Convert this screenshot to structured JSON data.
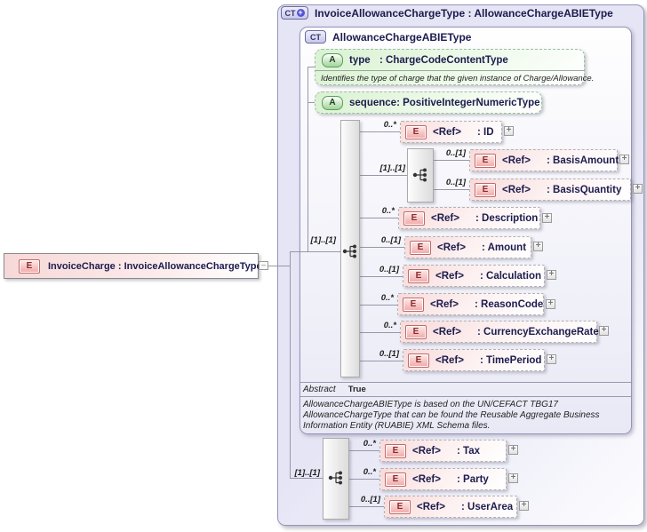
{
  "icons": {
    "e": "E",
    "a": "A",
    "ct": "CT",
    "ct_plus": "+",
    "expand": "+",
    "collapse": "–"
  },
  "root": {
    "label": "InvoiceCharge : InvoiceAllowanceChargeType"
  },
  "outer_header": {
    "title": "InvoiceAllowanceChargeType : AllowanceChargeABIEType"
  },
  "inner_header": {
    "title": "AllowanceChargeABIEType"
  },
  "attrs": {
    "type": {
      "name": "type",
      "type": ": ChargeCodeContentType",
      "annotation": "Identifies the type of charge that the given instance of Charge/Allowance."
    },
    "sequence": {
      "name": "sequence",
      "type": ": PositiveIntegerNumericType"
    }
  },
  "groups": {
    "main": {
      "card": "[1]..[1]"
    },
    "inner": {
      "card": "[1]..[1]"
    },
    "bottom": {
      "card": "[1]..[1]"
    }
  },
  "els": {
    "id": {
      "card": "0..*",
      "ref": "<Ref>",
      "type": ": ID"
    },
    "basis_amount": {
      "card": "0..[1]",
      "ref": "<Ref>",
      "type": ": BasisAmount"
    },
    "basis_quantity": {
      "card": "0..[1]",
      "ref": "<Ref>",
      "type": ": BasisQuantity"
    },
    "description": {
      "card": "0..*",
      "ref": "<Ref>",
      "type": ": Description"
    },
    "amount": {
      "card": "0..[1]",
      "ref": "<Ref>",
      "type": ": Amount"
    },
    "calculation": {
      "card": "0..[1]",
      "ref": "<Ref>",
      "type": ": Calculation"
    },
    "reason_code": {
      "card": "0..*",
      "ref": "<Ref>",
      "type": ": ReasonCode"
    },
    "currency_exchange_rate": {
      "card": "0..*",
      "ref": "<Ref>",
      "type": ": CurrencyExchangeRate"
    },
    "time_period": {
      "card": "0..[1]",
      "ref": "<Ref>",
      "type": ": TimePeriod"
    },
    "tax": {
      "card": "0..*",
      "ref": "<Ref>",
      "type": ": Tax"
    },
    "party": {
      "card": "0..*",
      "ref": "<Ref>",
      "type": ": Party"
    },
    "user_area": {
      "card": "0..[1]",
      "ref": "<Ref>",
      "type": ": UserArea"
    }
  },
  "footer": {
    "abstract_label": "Abstract",
    "abstract_value": "True",
    "annotation": "AllowanceChargeABIEType is based on the UN/CEFACT TBG17 AllowanceChargeType that can be found the Reusable Aggregate Business Information Entity (RUABIE) XML Schema files."
  }
}
